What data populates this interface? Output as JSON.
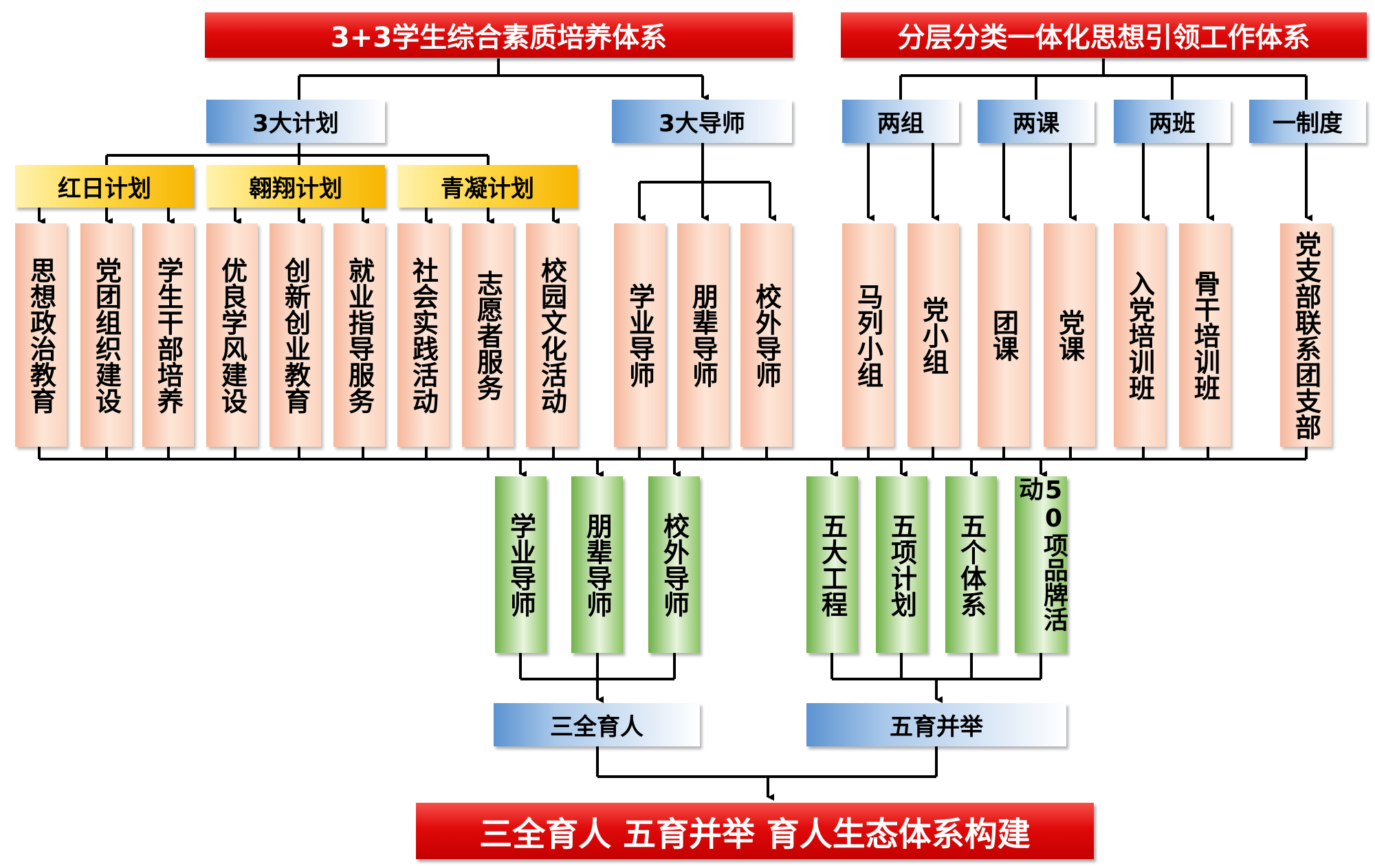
{
  "top_titles": {
    "left": "3+3学生综合素质培养体系",
    "right": "分层分类一体化思想引领工作体系"
  },
  "level2": {
    "plans": "3大计划",
    "mentors": "3大导师",
    "groups": "两组",
    "courses": "两课",
    "classes": "两班",
    "system": "一制度"
  },
  "plans": [
    "红日计划",
    "翱翔计划",
    "青凝计划"
  ],
  "leaves_left": [
    "思想政治教育",
    "党团组织建设",
    "学生干部培养",
    "优良学风建设",
    "创新创业教育",
    "就业指导服务",
    "社会实践活动",
    "志愿者服务",
    "校园文化活动"
  ],
  "leaves_mentors": [
    "学业导师",
    "朋辈导师",
    "校外导师"
  ],
  "leaves_right": [
    "马列小组",
    "党小组",
    "团课",
    "党课",
    "入党培训班",
    "骨干培训班",
    "党支部联系团支部"
  ],
  "green_left": [
    "学业导师",
    "朋辈导师",
    "校外导师"
  ],
  "green_right": [
    "五大工程",
    "五项计划",
    "五个体系",
    "50项品牌活动"
  ],
  "result_left": "三全育人",
  "result_right": "五育并举",
  "bottom_title": "三全育人 五育并举 育人生态体系构建"
}
